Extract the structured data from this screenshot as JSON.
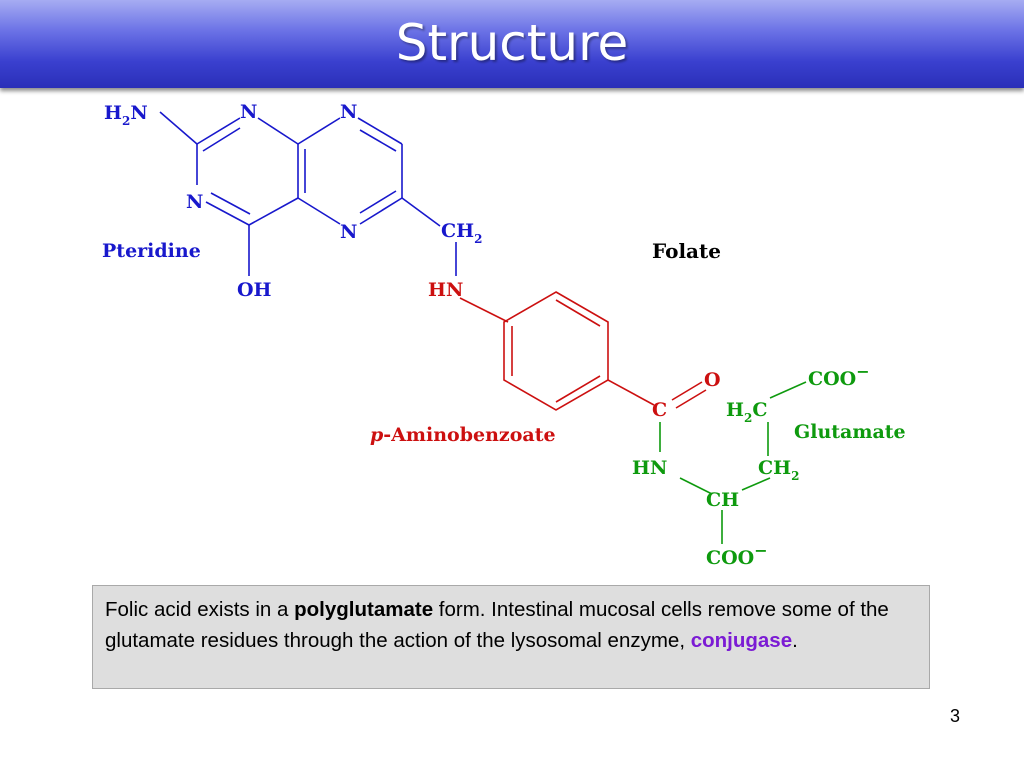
{
  "slide": {
    "title": "Structure",
    "page_number": "3"
  },
  "labels": {
    "pteridine": "Pteridine",
    "folate": "Folate",
    "aminobenzoate_prefix": "p",
    "aminobenzoate_rest": "-Aminobenzoate",
    "glutamate": "Glutamate"
  },
  "atoms": {
    "h2n": [
      "H",
      "2",
      "N"
    ],
    "n": "N",
    "oh": "OH",
    "ch2": [
      "CH",
      "2"
    ],
    "hn": "HN",
    "c": "C",
    "o": "O",
    "h2c": [
      "H",
      "2",
      "C"
    ],
    "ch": "CH",
    "coo": "COO",
    "minus": "−"
  },
  "caption": {
    "part1": "Folic acid exists in a ",
    "bold1": "polyglutamate",
    "part2": " form. Intestinal mucosal cells remove some of the glutamate residues through the action of the lysosomal enzyme, ",
    "bold2": "conjugase",
    "part3": "."
  },
  "colors": {
    "title_bar": "#3a40cf",
    "pteridine": "#1818cc",
    "aminobenzoate": "#cc1010",
    "glutamate": "#0e9a0e",
    "folate": "#000000",
    "caption_bg": "#dedede",
    "caption_accent": "#7b1bd4"
  }
}
